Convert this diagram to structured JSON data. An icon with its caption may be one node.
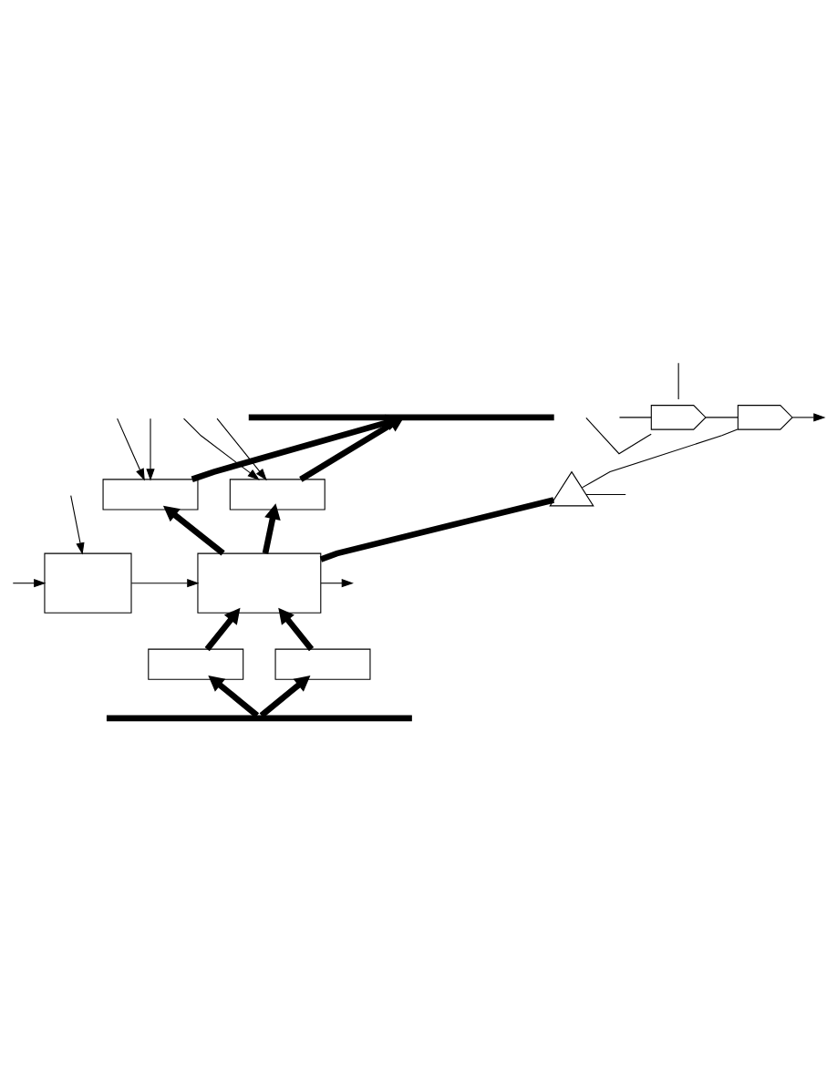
{
  "diagram": {
    "nodes": [
      {
        "text": [],
        "shape": "bar"
      },
      {
        "text": [],
        "shape": "gate"
      },
      {
        "text": [],
        "shape": "gate"
      },
      {
        "text": [],
        "shape": "box"
      },
      {
        "text": [],
        "shape": "box"
      },
      {
        "text": [],
        "shape": "triangle"
      },
      {
        "text": [],
        "shape": "box"
      },
      {
        "text": [],
        "shape": "box"
      },
      {
        "text": [],
        "shape": "box"
      },
      {
        "text": [],
        "shape": "box"
      },
      {
        "text": [],
        "shape": "bar"
      }
    ],
    "edges": [
      {
        "from": null,
        "to": 1,
        "arrow": "none"
      },
      {
        "from": null,
        "to": 1,
        "arrow": "none"
      },
      {
        "from": null,
        "to": 3,
        "arrow": "to"
      },
      {
        "from": null,
        "to": 4,
        "arrow": "to"
      },
      {
        "from": null,
        "to": 1,
        "arrow": "none"
      },
      {
        "from": null,
        "to": 3,
        "arrow": "to"
      },
      {
        "from": null,
        "to": 4,
        "arrow": "to"
      },
      {
        "from": 1,
        "to": 2,
        "arrow": "none"
      },
      {
        "from": 2,
        "to": null,
        "arrow": "to"
      },
      {
        "from": 5,
        "to": 2,
        "arrow": "none"
      },
      {
        "from": null,
        "to": 5,
        "arrow": "none"
      },
      {
        "from": 3,
        "to": 0,
        "arrow": "to",
        "style": "thick"
      },
      {
        "from": 4,
        "to": 0,
        "arrow": "to",
        "style": "thick"
      },
      {
        "from": 7,
        "to": 3,
        "arrow": "to",
        "style": "thick"
      },
      {
        "from": 7,
        "to": 4,
        "arrow": "to",
        "style": "thick"
      },
      {
        "from": null,
        "to": 6,
        "arrow": "to"
      },
      {
        "from": null,
        "to": 6,
        "arrow": "to"
      },
      {
        "from": 6,
        "to": 7,
        "arrow": "to"
      },
      {
        "from": 7,
        "to": 5,
        "arrow": "none",
        "style": "thick"
      },
      {
        "from": 7,
        "to": null,
        "arrow": "to"
      },
      {
        "from": 8,
        "to": 7,
        "arrow": "to",
        "style": "thick"
      },
      {
        "from": 9,
        "to": 7,
        "arrow": "to",
        "style": "thick"
      },
      {
        "from": 10,
        "to": 8,
        "arrow": "to",
        "style": "thick"
      },
      {
        "from": 10,
        "to": 9,
        "arrow": "to",
        "style": "thick"
      }
    ]
  }
}
